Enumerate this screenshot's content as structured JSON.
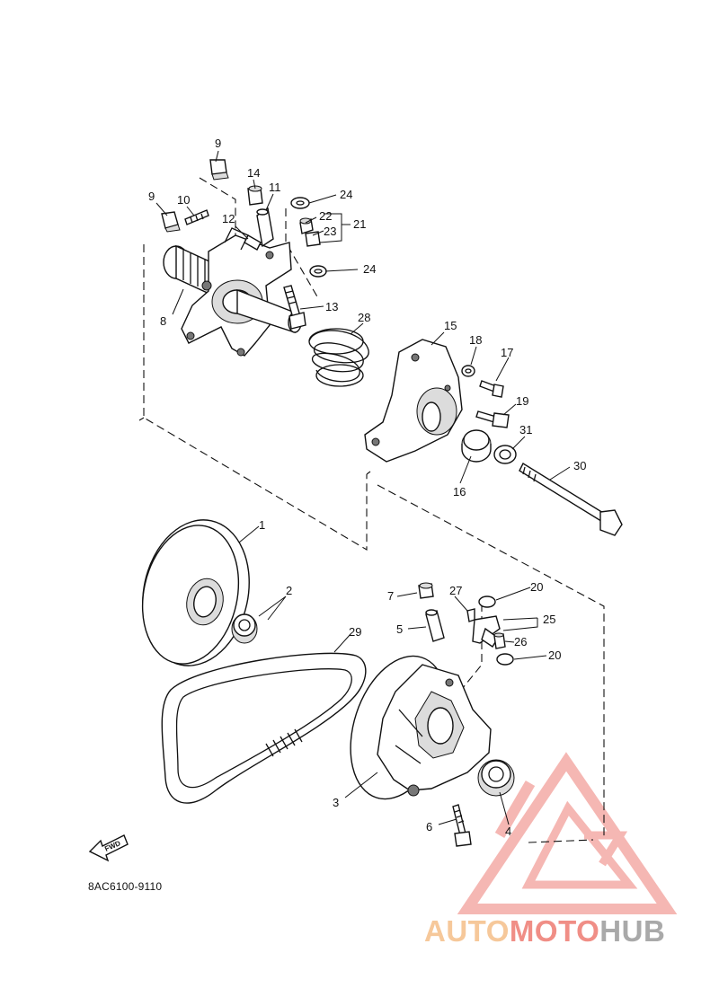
{
  "callouts": [
    {
      "id": "c1",
      "text": "1"
    },
    {
      "id": "c2",
      "text": "2"
    },
    {
      "id": "c3",
      "text": "3"
    },
    {
      "id": "c4",
      "text": "4"
    },
    {
      "id": "c5",
      "text": "5"
    },
    {
      "id": "c6",
      "text": "6"
    },
    {
      "id": "c7",
      "text": "7"
    },
    {
      "id": "c8",
      "text": "8"
    },
    {
      "id": "c9a",
      "text": "9"
    },
    {
      "id": "c9b",
      "text": "9"
    },
    {
      "id": "c10",
      "text": "10"
    },
    {
      "id": "c11",
      "text": "11"
    },
    {
      "id": "c12",
      "text": "12"
    },
    {
      "id": "c13",
      "text": "13"
    },
    {
      "id": "c14",
      "text": "14"
    },
    {
      "id": "c15",
      "text": "15"
    },
    {
      "id": "c16",
      "text": "16"
    },
    {
      "id": "c17",
      "text": "17"
    },
    {
      "id": "c18",
      "text": "18"
    },
    {
      "id": "c19",
      "text": "19"
    },
    {
      "id": "c20a",
      "text": "20"
    },
    {
      "id": "c20b",
      "text": "20"
    },
    {
      "id": "c21",
      "text": "21"
    },
    {
      "id": "c22",
      "text": "22"
    },
    {
      "id": "c23",
      "text": "23"
    },
    {
      "id": "c24a",
      "text": "24"
    },
    {
      "id": "c24b",
      "text": "24"
    },
    {
      "id": "c25",
      "text": "25"
    },
    {
      "id": "c26",
      "text": "26"
    },
    {
      "id": "c27",
      "text": "27"
    },
    {
      "id": "c28",
      "text": "28"
    },
    {
      "id": "c29",
      "text": "29"
    },
    {
      "id": "c30",
      "text": "30"
    },
    {
      "id": "c31",
      "text": "31"
    }
  ],
  "fwd_label": "FWD",
  "drawing_code": "8AC6100-9110",
  "watermark": {
    "part1": "AUTO",
    "part2": "MOTO",
    "part3": "HUB",
    "colors": {
      "auto": "#f6c89a",
      "moto": "#f08e86",
      "hub": "#a9a9a9",
      "triangle": "#f2a09a"
    }
  }
}
